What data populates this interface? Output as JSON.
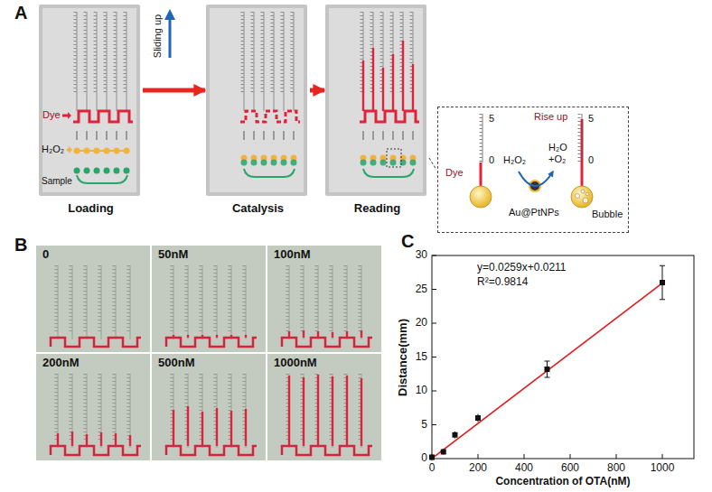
{
  "diagram": {
    "nodes": [
      {
        "text": [
          "Dye",
          "H₂O₂",
          "Sample",
          "Loading"
        ]
      },
      {
        "text": [
          "Catalysis"
        ]
      },
      {
        "text": [
          "Reading"
        ]
      },
      {
        "text": [
          "5",
          "0",
          "Dye",
          "Rise up",
          "5",
          "0",
          "H₂O₂",
          "H₂O +O₂",
          "Au@PtNPs",
          "Bubble"
        ]
      },
      {
        "text": [
          "0"
        ]
      },
      {
        "text": [
          "50nM"
        ]
      },
      {
        "text": [
          "100nM"
        ]
      },
      {
        "text": [
          "200nM"
        ]
      },
      {
        "text": [
          "500nM"
        ]
      },
      {
        "text": [
          "1000nM"
        ]
      }
    ],
    "edges": [
      {
        "from": 0,
        "to": 1,
        "arrow": "to"
      },
      {
        "from": 1,
        "to": 2,
        "arrow": "to"
      },
      {
        "from": 2,
        "to": 3,
        "arrow": "none"
      }
    ],
    "labels": [
      "A",
      "Sliding up",
      "B",
      "C",
      "y=0.0259x+0.0211",
      "R²=0.9814",
      "Distance(mm)",
      "30",
      "25",
      "20",
      "15",
      "10",
      "5",
      "0",
      "0",
      "200",
      "400",
      "600",
      "800",
      "1000",
      "Concentration of OTA(nM)"
    ]
  }
}
